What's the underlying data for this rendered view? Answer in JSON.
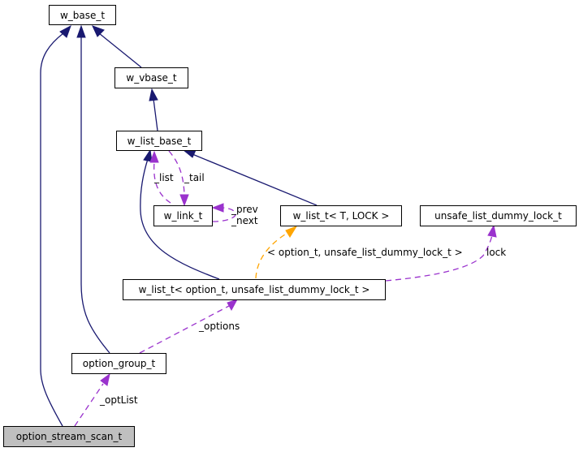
{
  "diagram": {
    "type": "collaboration-graph",
    "nodes": {
      "w_base_t": "w_base_t",
      "w_vbase_t": "w_vbase_t",
      "w_list_base_t": "w_list_base_t",
      "w_link_t": "w_link_t",
      "w_list_t_generic": "w_list_t< T, LOCK >",
      "unsafe_list_dummy_lock_t": "unsafe_list_dummy_lock_t",
      "w_list_t_option": "w_list_t< option_t, unsafe_list_dummy_lock_t >",
      "option_group_t": "option_group_t",
      "option_stream_scan_t": "option_stream_scan_t"
    },
    "edge_labels": {
      "list": "_list",
      "tail": "_tail",
      "prev": "_prev",
      "next": "_next",
      "template_args": "< option_t, unsafe_list_dummy_lock_t >",
      "lock": "lock",
      "options": "_options",
      "optList": "_optList"
    },
    "edges": [
      {
        "from": "w_vbase_t",
        "to": "w_base_t",
        "kind": "inheritance"
      },
      {
        "from": "w_list_base_t",
        "to": "w_vbase_t",
        "kind": "inheritance"
      },
      {
        "from": "option_group_t",
        "to": "w_base_t",
        "kind": "inheritance"
      },
      {
        "from": "option_stream_scan_t",
        "to": "w_base_t",
        "kind": "inheritance"
      },
      {
        "from": "w_list_t_generic",
        "to": "w_list_base_t",
        "kind": "inheritance"
      },
      {
        "from": "w_list_t_option",
        "to": "w_list_base_t",
        "kind": "inheritance"
      },
      {
        "from": "w_link_t",
        "to": "w_list_base_t",
        "kind": "member",
        "label": "_list"
      },
      {
        "from": "w_list_base_t",
        "to": "w_link_t",
        "kind": "member",
        "label": "_tail"
      },
      {
        "from": "w_link_t",
        "to": "w_link_t",
        "kind": "member",
        "label": "_prev / _next"
      },
      {
        "from": "w_list_t_option",
        "to": "w_list_t_generic",
        "kind": "template",
        "label": "< option_t, unsafe_list_dummy_lock_t >"
      },
      {
        "from": "w_list_t_option",
        "to": "unsafe_list_dummy_lock_t",
        "kind": "member",
        "label": "lock"
      },
      {
        "from": "option_group_t",
        "to": "w_list_t_option",
        "kind": "member",
        "label": "_options"
      },
      {
        "from": "option_stream_scan_t",
        "to": "option_group_t",
        "kind": "member",
        "label": "_optList"
      }
    ],
    "colors": {
      "inheritance": "#191970",
      "member": "#9a32cd",
      "template": "#ffa500",
      "highlight_fill": "#bfbfbf"
    }
  }
}
